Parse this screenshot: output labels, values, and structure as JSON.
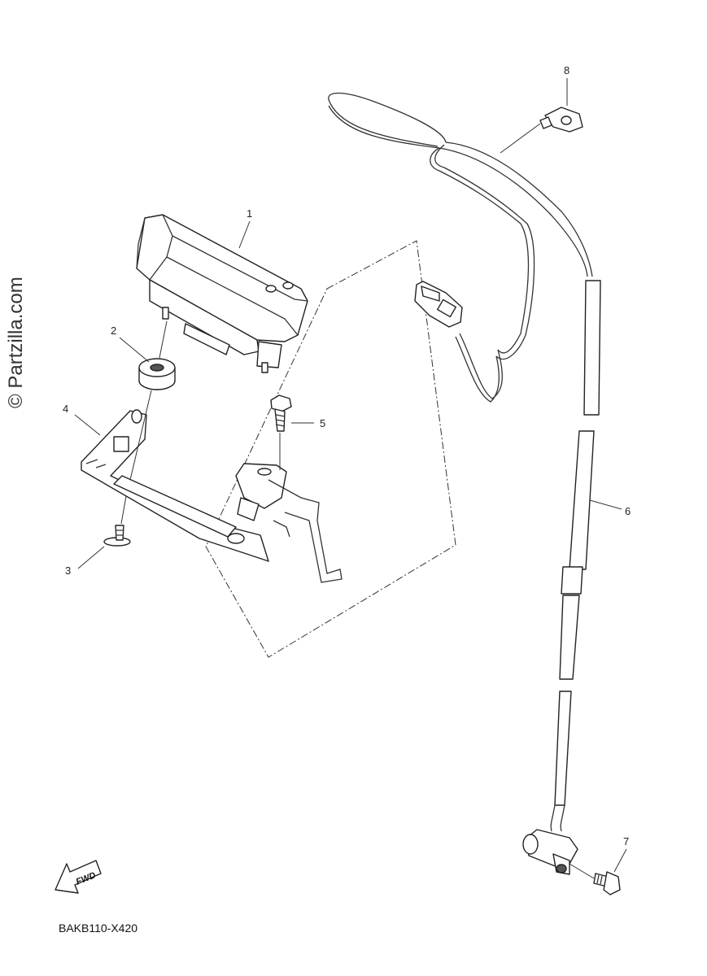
{
  "watermark": "© Partzilla.com",
  "diagram_code": "BAKB110-X420",
  "fwd_label": "FWD",
  "callouts": [
    {
      "id": "1",
      "label": "1"
    },
    {
      "id": "2",
      "label": "2"
    },
    {
      "id": "3",
      "label": "3"
    },
    {
      "id": "4",
      "label": "4"
    },
    {
      "id": "5",
      "label": "5"
    },
    {
      "id": "6",
      "label": "6"
    },
    {
      "id": "7",
      "label": "7"
    },
    {
      "id": "8",
      "label": "8"
    }
  ]
}
